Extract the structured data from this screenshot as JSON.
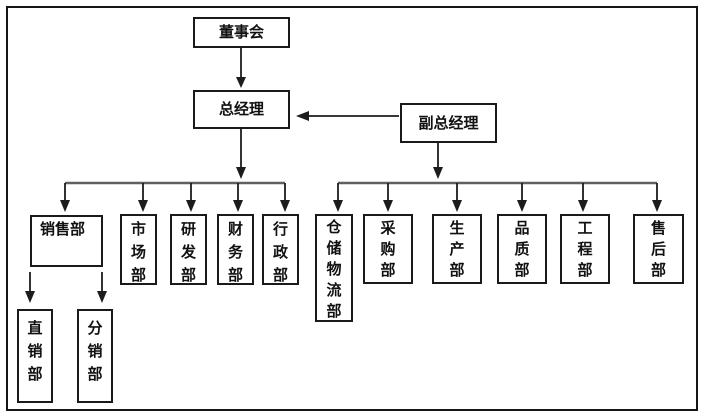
{
  "org_chart": {
    "board": {
      "label": "董事会"
    },
    "general_manager": {
      "label": "总经理"
    },
    "deputy_general_manager": {
      "label": "副总经理"
    },
    "gm_departments": [
      {
        "label": "销售部"
      },
      {
        "label": "市场部"
      },
      {
        "label": "研发部"
      },
      {
        "label": "财务部"
      },
      {
        "label": "行政部"
      }
    ],
    "dgm_departments": [
      {
        "label": "仓储物流部"
      },
      {
        "label": "采购部"
      },
      {
        "label": "生产部"
      },
      {
        "label": "品质部"
      },
      {
        "label": "工程部"
      },
      {
        "label": "售后部"
      }
    ],
    "sales_sub_departments": [
      {
        "label": "直销部"
      },
      {
        "label": "分销部"
      }
    ],
    "colors": {
      "box_border": "#1a1a1a",
      "arrow": "#1c1c1c",
      "connector": "#606060",
      "background": "#ffffff"
    }
  }
}
